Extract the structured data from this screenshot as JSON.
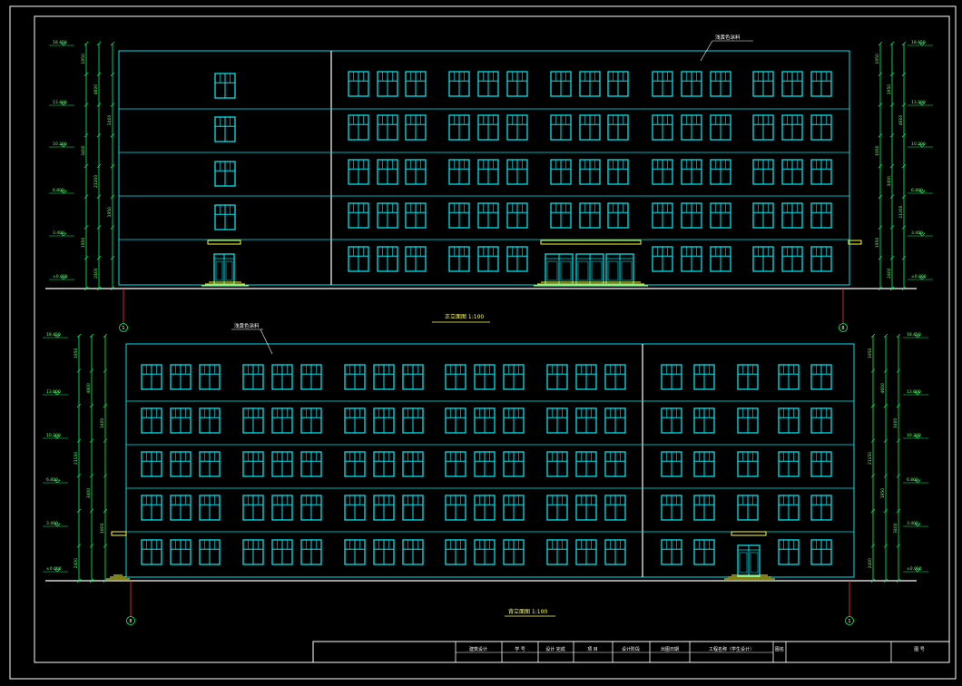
{
  "drawing": {
    "upper_elevation": {
      "title": "正立面图 1:100",
      "callout": "浅黄色涂料",
      "axis_left": "1",
      "axis_right": "8",
      "left_levels": [
        "18.450",
        "13.400",
        "10.200",
        "6.800",
        "3.400",
        "±0.000"
      ],
      "right_levels": [
        "18.450",
        "13.200",
        "10.200",
        "6.800",
        "3.400",
        "±0.000"
      ],
      "left_dims": [
        "1950",
        "4600",
        "2400",
        "3400",
        "21300",
        "1950",
        "1950",
        "2400"
      ],
      "right_dims": [
        "1950",
        "1950",
        "4600",
        "1950",
        "3400",
        "21300",
        "1950",
        "2400"
      ]
    },
    "lower_elevation": {
      "title": "背立面图 1:100",
      "callout": "浅黄色涂料",
      "axis_left": "8",
      "axis_right": "1",
      "left_levels": [
        "18.450",
        "13.800",
        "10.200",
        "6.800",
        "3.400",
        "±0.000"
      ],
      "right_levels": [
        "18.450",
        "13.800",
        "10.200",
        "6.800",
        "3.400",
        "±0.000"
      ],
      "left_dims": [
        "1950",
        "4800",
        "3400",
        "21150",
        "3400",
        "1800",
        "2400"
      ],
      "right_dims": [
        "1950",
        "4600",
        "3400",
        "21150",
        "1950",
        "3400",
        "2400"
      ]
    },
    "title_block": {
      "cells": [
        "建筑设计",
        "学 号",
        "设计 完成",
        "项 目",
        "设计阶段",
        "出图日期",
        "工程名称（学生设计）",
        "图名",
        "图 号"
      ]
    }
  }
}
